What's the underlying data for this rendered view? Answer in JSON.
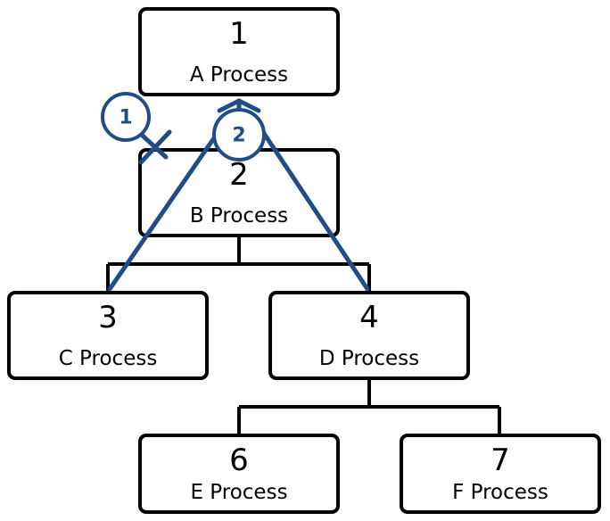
{
  "nodes": [
    {
      "id": "A",
      "number": "1",
      "label": "A Process"
    },
    {
      "id": "B",
      "number": "2",
      "label": "B Process"
    },
    {
      "id": "C",
      "number": "3",
      "label": "C Process"
    },
    {
      "id": "D",
      "number": "4",
      "label": "D Process"
    },
    {
      "id": "E",
      "number": "6",
      "label": "E Process"
    },
    {
      "id": "F",
      "number": "7",
      "label": "F Process"
    }
  ],
  "annotations": {
    "path1_badge": "1",
    "path2_badge": "2"
  },
  "colors": {
    "flow": "#1f4e86",
    "box_border": "#000000"
  }
}
